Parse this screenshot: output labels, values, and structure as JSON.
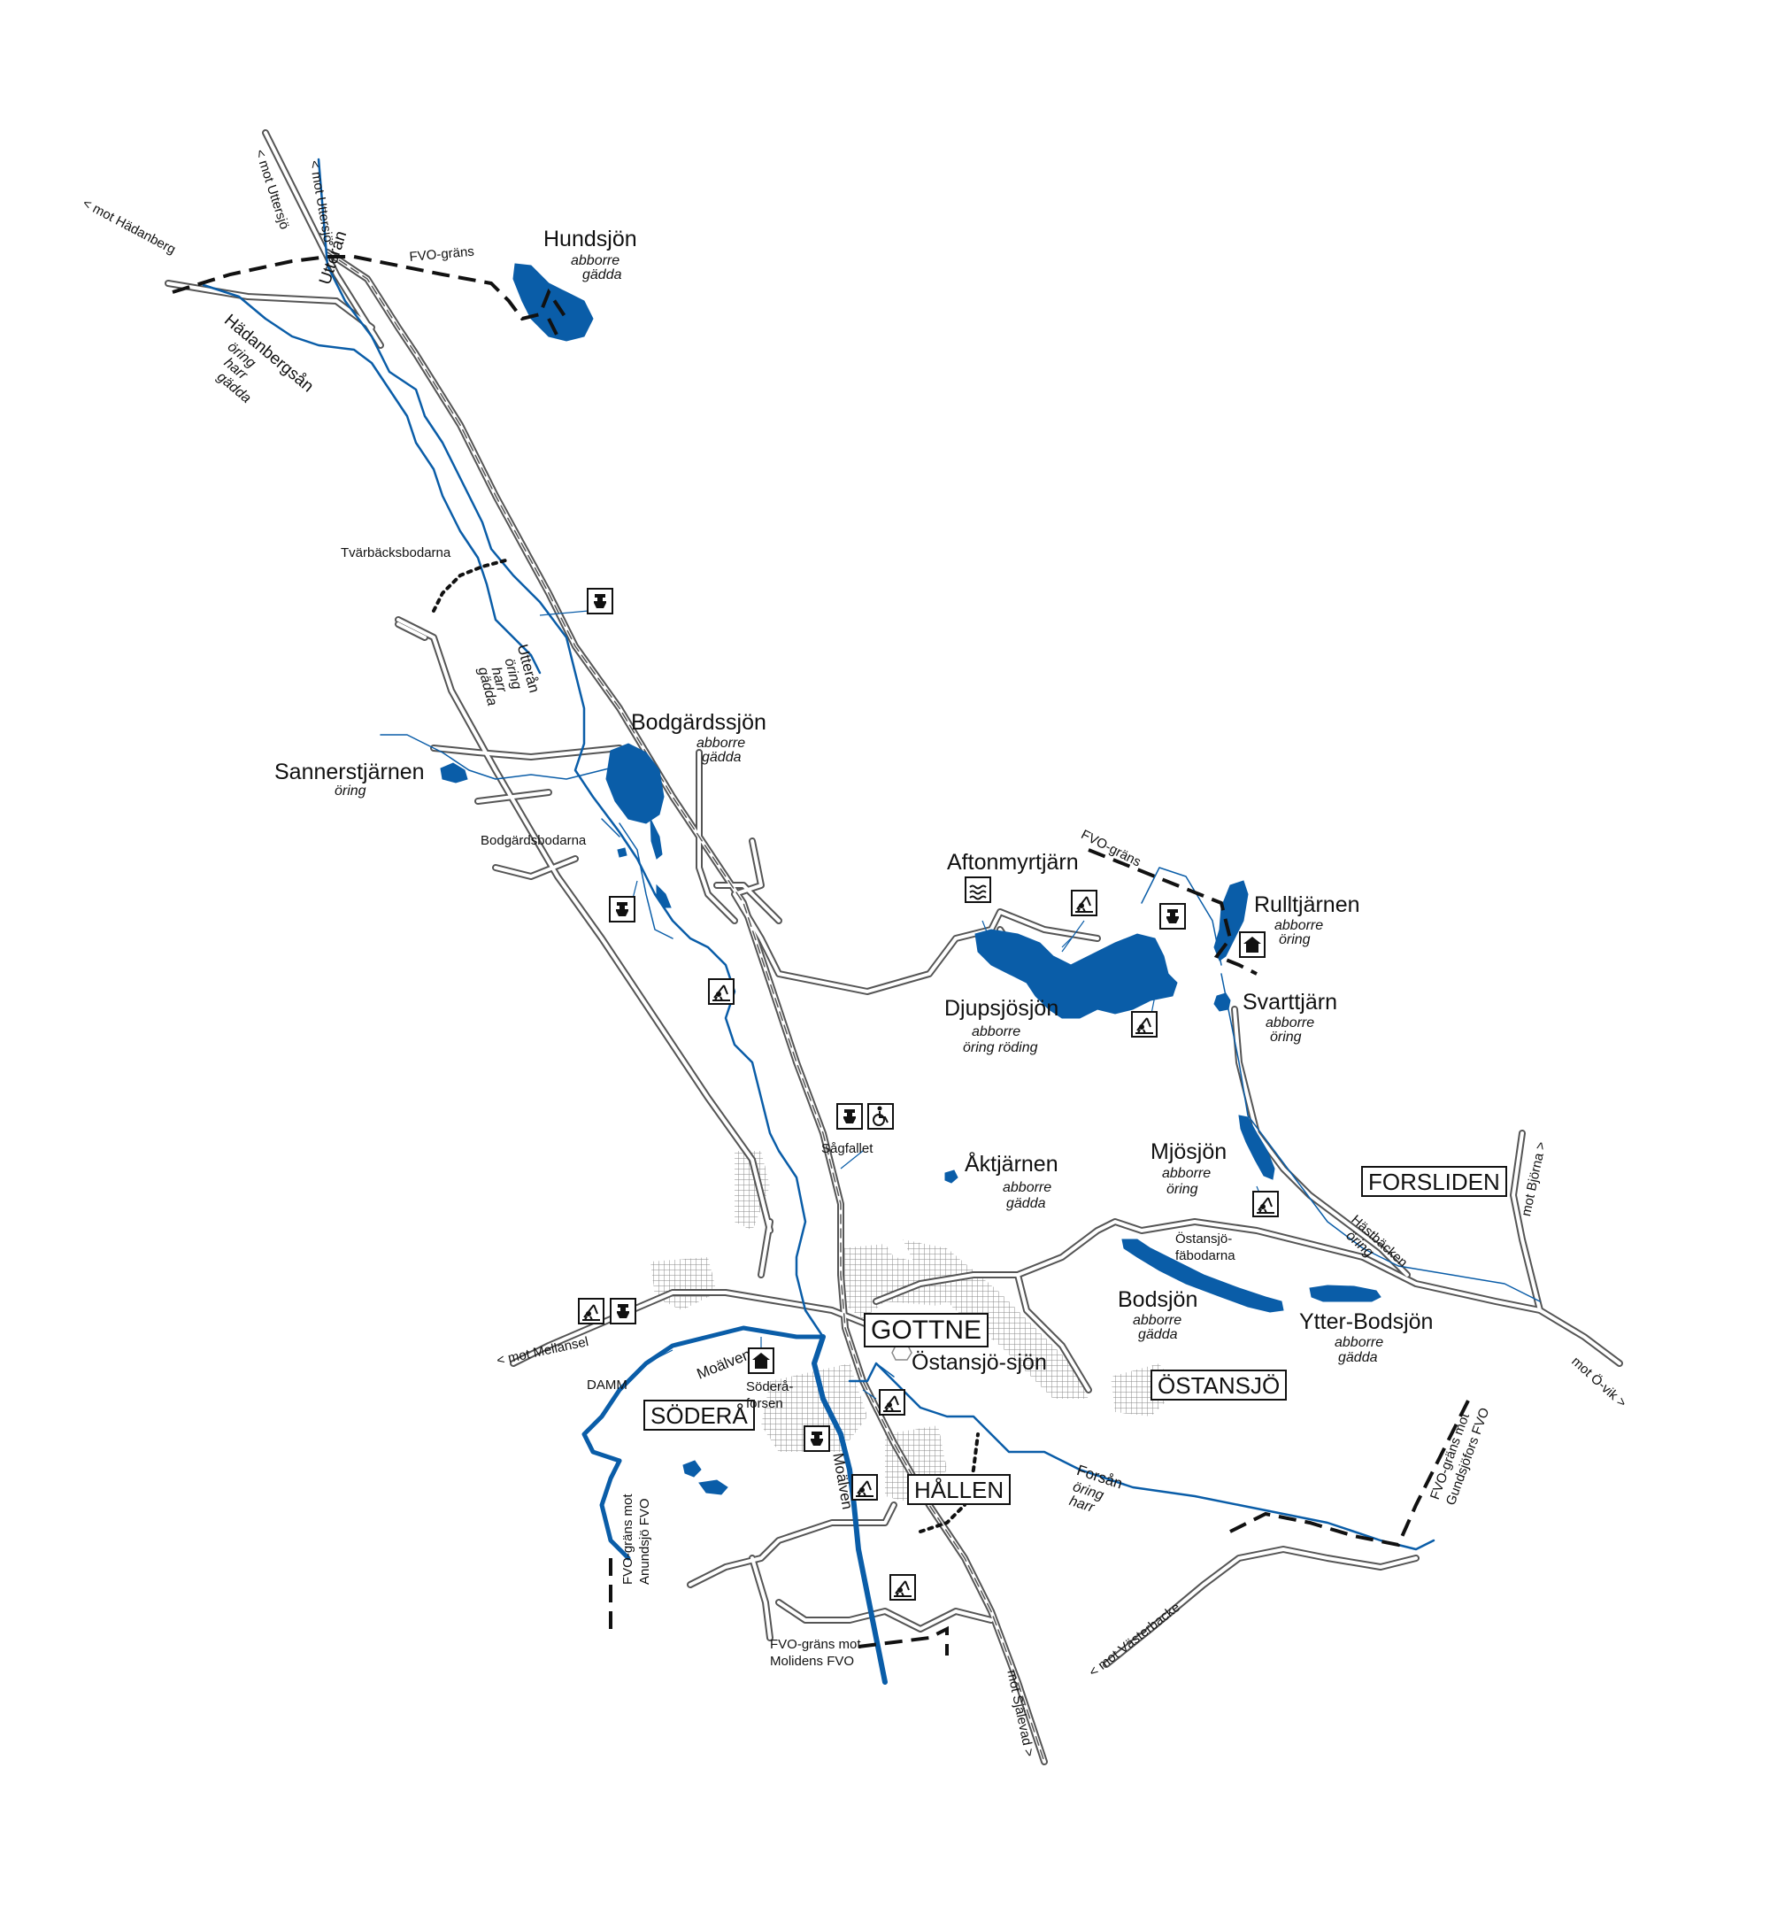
{
  "colors": {
    "water": "#0a5da8",
    "road": "#555555",
    "land": "#ffffff",
    "text": "#111111"
  },
  "lakes": [
    {
      "id": "hundsjon",
      "name": "Hundsjön",
      "fish": [
        "abborre",
        "gädda"
      ]
    },
    {
      "id": "bodgardssjon",
      "name": "Bodgärdssjön",
      "fish": [
        "abborre",
        "gädda"
      ]
    },
    {
      "id": "sannerstjarnen",
      "name": "Sannerstjärnen",
      "fish": [
        "öring"
      ]
    },
    {
      "id": "aftonmyrtjarn",
      "name": "Aftonmyrtjärn",
      "fish": []
    },
    {
      "id": "rulltjarnen",
      "name": "Rulltjärnen",
      "fish": [
        "abborre",
        "öring"
      ]
    },
    {
      "id": "svarttjarn",
      "name": "Svarttjärn",
      "fish": [
        "abborre",
        "öring"
      ]
    },
    {
      "id": "djupsjosjon",
      "name": "Djupsjösjön",
      "fish": [
        "abborre",
        "öring röding"
      ]
    },
    {
      "id": "mjosjon",
      "name": "Mjösjön",
      "fish": [
        "abborre",
        "öring"
      ]
    },
    {
      "id": "aktjarnen",
      "name": "Åktjärnen",
      "fish": [
        "abborre",
        "gädda"
      ]
    },
    {
      "id": "bodsjon",
      "name": "Bodsjön",
      "fish": [
        "abborre",
        "gädda"
      ]
    },
    {
      "id": "ytterbodsjon",
      "name": "Ytter-Bodsjön",
      "fish": [
        "abborre",
        "gädda"
      ]
    }
  ],
  "streams": [
    {
      "id": "utteran_top",
      "name": "Utterån"
    },
    {
      "id": "hadanbergsan",
      "name": "Hädanbergsån",
      "fish": [
        "öring",
        "harr",
        "gädda"
      ]
    },
    {
      "id": "utteran_mid",
      "name": "Utterån",
      "fish": [
        "öring",
        "harr",
        "gädda"
      ]
    },
    {
      "id": "hastbacken",
      "name": "Hästbäcken",
      "fish": [
        "öring"
      ]
    },
    {
      "id": "forsan",
      "name": "Forsån",
      "fish": [
        "öring",
        "harr"
      ]
    },
    {
      "id": "moalven1",
      "name": "Moälven"
    },
    {
      "id": "moalven2",
      "name": "Moälven"
    },
    {
      "id": "ostansjosjon",
      "name": "Östansjö-sjön"
    }
  ],
  "places": [
    {
      "id": "gottne",
      "name": "GOTTNE"
    },
    {
      "id": "sodera",
      "name": "SÖDERÅ"
    },
    {
      "id": "hallen",
      "name": "HÅLLEN"
    },
    {
      "id": "ostansjo",
      "name": "ÖSTANSJÖ"
    },
    {
      "id": "forsliden",
      "name": "FORSLIDEN"
    }
  ],
  "minor_places": [
    {
      "id": "tvarbacksbodarna",
      "name": "Tvärbäcksbodarna"
    },
    {
      "id": "bodgardsbodarna",
      "name": "Bodgärdsbodarna"
    },
    {
      "id": "sagfallet",
      "name": "Sågfallet"
    },
    {
      "id": "ostansjofabodarna",
      "name": "Östansjö-fäbodarna"
    },
    {
      "id": "soderaforsen",
      "name": "Söderå-forsen"
    },
    {
      "id": "damm",
      "name": "DAMM"
    }
  ],
  "boundaries": [
    {
      "id": "fvo_top",
      "name": "FVO-gräns"
    },
    {
      "id": "fvo_right",
      "name": "FVO-gräns"
    },
    {
      "id": "fvo_anundsjo",
      "name": "FVO-gräns mot Anundsjö FVO"
    },
    {
      "id": "fvo_moliden",
      "name": "FVO-gräns mot Molidens FVO"
    },
    {
      "id": "fvo_gundsjofors",
      "name": "FVO-gräns mot Gundsjöfors FVO"
    }
  ],
  "directions": [
    {
      "id": "hadanberg",
      "text": "< mot Hädanberg"
    },
    {
      "id": "uttersjo1",
      "text": "< mot Uttersjö"
    },
    {
      "id": "uttersjo2",
      "text": "< mot Uttersjö"
    },
    {
      "id": "mellansel",
      "text": "< mot Mellansel"
    },
    {
      "id": "bjorna",
      "text": "mot Björna >"
    },
    {
      "id": "ovik",
      "text": "mot Ö-vik >"
    },
    {
      "id": "vasterbacke",
      "text": "< mot Västerbacke"
    },
    {
      "id": "sjalevad",
      "text": "mot Själevad >"
    }
  ],
  "icons": [
    {
      "id": "toilet_utteran",
      "name": "toilet-icon"
    },
    {
      "id": "toilet_bodgard",
      "name": "toilet-icon"
    },
    {
      "id": "fishing_moalven_n",
      "name": "fishing-spot-icon"
    },
    {
      "id": "toilet_sagfallet",
      "name": "toilet-icon"
    },
    {
      "id": "wheelchair_sagfallet",
      "name": "wheelchair-icon"
    },
    {
      "id": "fishing_damm",
      "name": "fishing-spot-icon"
    },
    {
      "id": "toilet_damm",
      "name": "toilet-icon"
    },
    {
      "id": "grill_sodera",
      "name": "grill-hut-icon"
    },
    {
      "id": "fishing_ostansjo",
      "name": "fishing-spot-icon"
    },
    {
      "id": "toilet_sodera",
      "name": "toilet-icon"
    },
    {
      "id": "fishing_moalven_s1",
      "name": "fishing-spot-icon"
    },
    {
      "id": "fishing_moalven_s2",
      "name": "fishing-spot-icon"
    },
    {
      "id": "swimming_aftonmyr",
      "name": "swimming-icon"
    },
    {
      "id": "fishing_djupsjo_n",
      "name": "fishing-spot-icon"
    },
    {
      "id": "toilet_djupsjo",
      "name": "toilet-icon"
    },
    {
      "id": "grill_rulltjarnen",
      "name": "grill-hut-icon"
    },
    {
      "id": "fishing_djupsjo_s",
      "name": "fishing-spot-icon"
    },
    {
      "id": "fishing_mjosjon",
      "name": "fishing-spot-icon"
    }
  ]
}
